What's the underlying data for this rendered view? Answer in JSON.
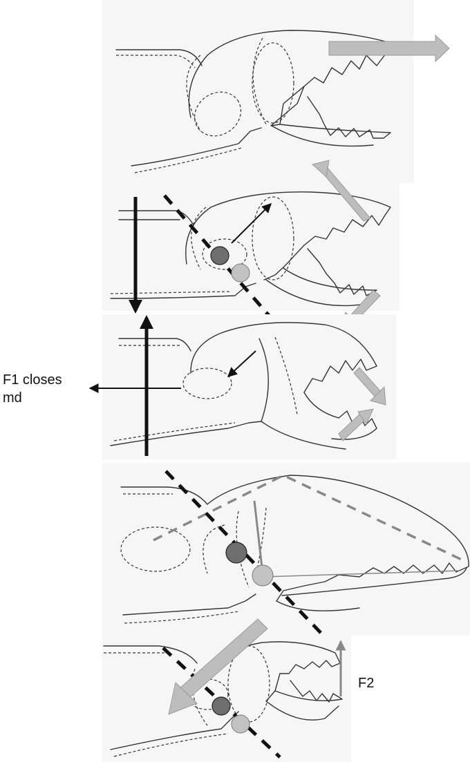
{
  "labels": {
    "f1_line1": "F1 closes",
    "f1_line2": "md",
    "f2": "F2"
  },
  "colors": {
    "pivot_dark": "#6e6e6e",
    "pivot_light": "#c2c2c2",
    "force_arrow": "#bdbdbd",
    "axis_line": "#111111"
  },
  "icons": [
    "arrow-right-icon",
    "arrow-left-icon",
    "double-arrow-icon",
    "pivot-dot-icon"
  ]
}
